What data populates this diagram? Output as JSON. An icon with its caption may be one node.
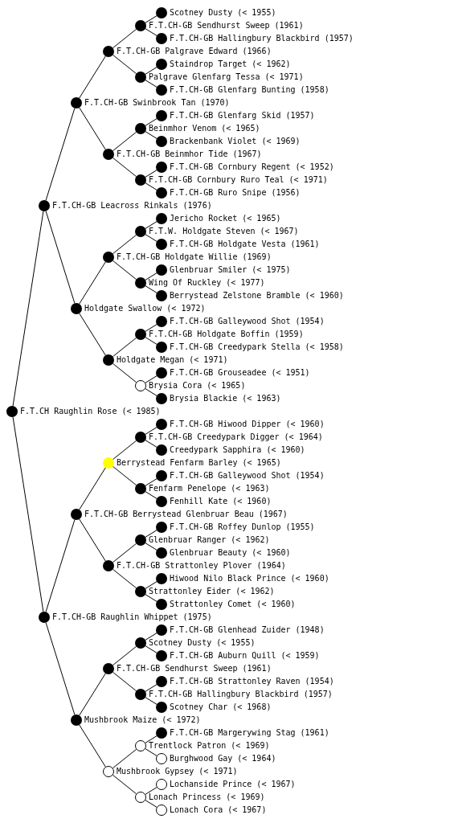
{
  "diagram": {
    "nodes": [
      {
        "text": [],
        "shape": "circle",
        "beside": [
          "Scotney Dusty (< 1955)"
        ]
      },
      {
        "text": [],
        "shape": "circle",
        "beside": [
          "F.T.CH-GB Sendhurst Sweep (1961)"
        ]
      },
      {
        "text": [],
        "shape": "circle",
        "beside": [
          "F.T.CH-GB Hallingbury Blackbird (1957)"
        ]
      },
      {
        "text": [],
        "shape": "circle",
        "beside": [
          "F.T.CH-GB Palgrave Edward (1966)"
        ]
      },
      {
        "text": [],
        "shape": "circle",
        "beside": [
          "Staindrop Target (< 1962)"
        ]
      },
      {
        "text": [],
        "shape": "circle",
        "beside": [
          "Palgrave Glenfarg Tessa (< 1971)"
        ]
      },
      {
        "text": [],
        "shape": "circle",
        "beside": [
          "F.T.CH-GB Glenfarg Bunting (1958)"
        ]
      },
      {
        "text": [],
        "shape": "circle",
        "beside": [
          "F.T.CH-GB Swinbrook Tan (1970)"
        ]
      },
      {
        "text": [],
        "shape": "circle",
        "beside": [
          "F.T.CH-GB Glenfarg Skid (1957)"
        ]
      },
      {
        "text": [],
        "shape": "circle",
        "beside": [
          "Beinmhor Venom (< 1965)"
        ]
      },
      {
        "text": [],
        "shape": "circle",
        "beside": [
          "Brackenbank Violet (< 1969)"
        ]
      },
      {
        "text": [],
        "shape": "circle",
        "beside": [
          "F.T.CH-GB Beinmhor Tide (1967)"
        ]
      },
      {
        "text": [],
        "shape": "circle",
        "beside": [
          "F.T.CH-GB Cornbury Regent (< 1952)"
        ]
      },
      {
        "text": [],
        "shape": "circle",
        "beside": [
          "F.T.CH-GB Cornbury Ruro Teal (< 1971)"
        ]
      },
      {
        "text": [],
        "shape": "circle",
        "beside": [
          "F.T.CH-GB Ruro Snipe (1956)"
        ]
      },
      {
        "text": [],
        "shape": "circle",
        "beside": [
          "F.T.CH-GB Leacross Rinkals (1976)"
        ]
      },
      {
        "text": [],
        "shape": "circle",
        "beside": [
          "Jericho Rocket (< 1965)"
        ]
      },
      {
        "text": [],
        "shape": "circle",
        "beside": [
          "F.T.W. Holdgate Steven (< 1967)"
        ]
      },
      {
        "text": [],
        "shape": "circle",
        "beside": [
          "F.T.CH-GB Holdgate Vesta (1961)"
        ]
      },
      {
        "text": [],
        "shape": "circle",
        "beside": [
          "F.T.CH-GB Holdgate Willie (1969)"
        ]
      },
      {
        "text": [],
        "shape": "circle",
        "beside": [
          "Glenbruar Smiler (< 1975)"
        ]
      },
      {
        "text": [],
        "shape": "circle",
        "beside": [
          "Wing Of Ruckley (< 1977)"
        ]
      },
      {
        "text": [],
        "shape": "circle",
        "beside": [
          "Berrystead Zelstone Bramble (< 1960)"
        ]
      },
      {
        "text": [],
        "shape": "circle",
        "beside": [
          "Holdgate Swallow (< 1972)"
        ]
      },
      {
        "text": [],
        "shape": "circle",
        "beside": [
          "F.T.CH-GB Galleywood Shot (1954)"
        ]
      },
      {
        "text": [],
        "shape": "circle",
        "beside": [
          "F.T.CH-GB Holdgate Boffin (1959)"
        ]
      },
      {
        "text": [],
        "shape": "circle",
        "beside": [
          "F.T.CH-GB Creedypark Stella (< 1958)"
        ]
      },
      {
        "text": [],
        "shape": "circle",
        "beside": [
          "Holdgate Megan (< 1971)"
        ]
      },
      {
        "text": [],
        "shape": "circle",
        "beside": [
          "F.T.CH-GB Grouseadee (< 1951)"
        ]
      },
      {
        "text": [],
        "shape": "circle",
        "beside": [
          "Brysia Cora (< 1965)"
        ]
      },
      {
        "text": [],
        "shape": "circle",
        "beside": [
          "Brysia Blackie (< 1963)"
        ]
      },
      {
        "text": [],
        "shape": "circle",
        "beside": [
          "F.T.CH Raughlin Rose (< 1985)"
        ]
      },
      {
        "text": [],
        "shape": "circle",
        "beside": [
          "F.T.CH-GB Hiwood Dipper (< 1960)"
        ]
      },
      {
        "text": [],
        "shape": "circle",
        "beside": [
          "F.T.CH-GB Creedypark Digger (< 1964)"
        ]
      },
      {
        "text": [],
        "shape": "circle",
        "beside": [
          "Creedypark Sapphira (< 1960)"
        ]
      },
      {
        "text": [],
        "shape": "circle",
        "beside": [
          "Berrystead Fenfarm Barley (< 1965)"
        ]
      },
      {
        "text": [],
        "shape": "circle",
        "beside": [
          "F.T.CH-GB Galleywood Shot (1954)"
        ]
      },
      {
        "text": [],
        "shape": "circle",
        "beside": [
          "Fenfarm Penelope (< 1963)"
        ]
      },
      {
        "text": [],
        "shape": "circle",
        "beside": [
          "Fenhill Kate (< 1960)"
        ]
      },
      {
        "text": [],
        "shape": "circle",
        "beside": [
          "F.T.CH-GB Berrystead Glenbruar Beau (1967)"
        ]
      },
      {
        "text": [],
        "shape": "circle",
        "beside": [
          "F.T.CH-GB Roffey Dunlop (1955)"
        ]
      },
      {
        "text": [],
        "shape": "circle",
        "beside": [
          "Glenbruar Ranger (< 1962)"
        ]
      },
      {
        "text": [],
        "shape": "circle",
        "beside": [
          "Glenbruar Beauty (< 1960)"
        ]
      },
      {
        "text": [],
        "shape": "circle",
        "beside": [
          "F.T.CH-GB Strattonley Plover (1964)"
        ]
      },
      {
        "text": [],
        "shape": "circle",
        "beside": [
          "Hiwood Nilo Black Prince (< 1960)"
        ]
      },
      {
        "text": [],
        "shape": "circle",
        "beside": [
          "Strattonley Eider (< 1962)"
        ]
      },
      {
        "text": [],
        "shape": "circle",
        "beside": [
          "Strattonley Comet (< 1960)"
        ]
      },
      {
        "text": [],
        "shape": "circle",
        "beside": [
          "F.T.CH-GB Raughlin Whippet (1975)"
        ]
      },
      {
        "text": [],
        "shape": "circle",
        "beside": [
          "F.T.CH-GB Glenhead Zuider (1948)"
        ]
      },
      {
        "text": [],
        "shape": "circle",
        "beside": [
          "Scotney Dusty (< 1955)"
        ]
      },
      {
        "text": [],
        "shape": "circle",
        "beside": [
          "F.T.CH-GB Auburn Quill (< 1959)"
        ]
      },
      {
        "text": [],
        "shape": "circle",
        "beside": [
          "F.T.CH-GB Sendhurst Sweep (1961)"
        ]
      },
      {
        "text": [],
        "shape": "circle",
        "beside": [
          "F.T.CH-GB Strattonley Raven (1954)"
        ]
      },
      {
        "text": [],
        "shape": "circle",
        "beside": [
          "F.T.CH-GB Hallingbury Blackbird (1957)"
        ]
      },
      {
        "text": [],
        "shape": "circle",
        "beside": [
          "Scotney Char (< 1968)"
        ]
      },
      {
        "text": [],
        "shape": "circle",
        "beside": [
          "Mushbrook Maize (< 1972)"
        ]
      },
      {
        "text": [],
        "shape": "circle",
        "beside": [
          "F.T.CH-GB Margerywing Stag (1961)"
        ]
      },
      {
        "text": [],
        "shape": "circle",
        "beside": [
          "Trentlock Patron (< 1969)"
        ]
      },
      {
        "text": [],
        "shape": "circle",
        "beside": [
          "Burghwood Gay (< 1964)"
        ]
      },
      {
        "text": [],
        "shape": "circle",
        "beside": [
          "Mushbrook Gypsey (< 1971)"
        ]
      },
      {
        "text": [],
        "shape": "circle",
        "beside": [
          "Lochanside Prince (< 1967)"
        ]
      },
      {
        "text": [],
        "shape": "circle",
        "beside": [
          "Lonach Princess (< 1969)"
        ]
      },
      {
        "text": [],
        "shape": "circle",
        "beside": [
          "Lonach Cora (< 1967)"
        ]
      }
    ],
    "edges": [
      {
        "from": 31,
        "to": 15,
        "arrow": "none"
      },
      {
        "from": 31,
        "to": 47,
        "arrow": "none"
      },
      {
        "from": 15,
        "to": 7,
        "arrow": "none"
      },
      {
        "from": 15,
        "to": 23,
        "arrow": "none"
      },
      {
        "from": 47,
        "to": 39,
        "arrow": "none"
      },
      {
        "from": 47,
        "to": 55,
        "arrow": "none"
      },
      {
        "from": 7,
        "to": 3,
        "arrow": "none"
      },
      {
        "from": 7,
        "to": 11,
        "arrow": "none"
      },
      {
        "from": 23,
        "to": 19,
        "arrow": "none"
      },
      {
        "from": 23,
        "to": 27,
        "arrow": "none"
      },
      {
        "from": 39,
        "to": 35,
        "arrow": "none"
      },
      {
        "from": 39,
        "to": 43,
        "arrow": "none"
      },
      {
        "from": 55,
        "to": 51,
        "arrow": "none"
      },
      {
        "from": 55,
        "to": 59,
        "arrow": "none"
      },
      {
        "from": 3,
        "to": 1,
        "arrow": "none"
      },
      {
        "from": 3,
        "to": 5,
        "arrow": "none"
      },
      {
        "from": 11,
        "to": 9,
        "arrow": "none"
      },
      {
        "from": 11,
        "to": 13,
        "arrow": "none"
      },
      {
        "from": 19,
        "to": 17,
        "arrow": "none"
      },
      {
        "from": 19,
        "to": 21,
        "arrow": "none"
      },
      {
        "from": 27,
        "to": 25,
        "arrow": "none"
      },
      {
        "from": 27,
        "to": 29,
        "arrow": "none"
      },
      {
        "from": 35,
        "to": 33,
        "arrow": "none"
      },
      {
        "from": 35,
        "to": 37,
        "arrow": "none"
      },
      {
        "from": 43,
        "to": 41,
        "arrow": "none"
      },
      {
        "from": 43,
        "to": 45,
        "arrow": "none"
      },
      {
        "from": 51,
        "to": 49,
        "arrow": "none"
      },
      {
        "from": 51,
        "to": 53,
        "arrow": "none"
      },
      {
        "from": 59,
        "to": 57,
        "arrow": "none"
      },
      {
        "from": 59,
        "to": 61,
        "arrow": "none"
      },
      {
        "from": 1,
        "to": 0,
        "arrow": "none"
      },
      {
        "from": 1,
        "to": 2,
        "arrow": "none"
      },
      {
        "from": 5,
        "to": 4,
        "arrow": "none"
      },
      {
        "from": 5,
        "to": 6,
        "arrow": "none"
      },
      {
        "from": 9,
        "to": 8,
        "arrow": "none"
      },
      {
        "from": 9,
        "to": 10,
        "arrow": "none"
      },
      {
        "from": 13,
        "to": 12,
        "arrow": "none"
      },
      {
        "from": 13,
        "to": 14,
        "arrow": "none"
      },
      {
        "from": 17,
        "to": 16,
        "arrow": "none"
      },
      {
        "from": 17,
        "to": 18,
        "arrow": "none"
      },
      {
        "from": 21,
        "to": 20,
        "arrow": "none"
      },
      {
        "from": 21,
        "to": 22,
        "arrow": "none"
      },
      {
        "from": 25,
        "to": 24,
        "arrow": "none"
      },
      {
        "from": 25,
        "to": 26,
        "arrow": "none"
      },
      {
        "from": 29,
        "to": 28,
        "arrow": "none"
      },
      {
        "from": 29,
        "to": 30,
        "arrow": "none"
      },
      {
        "from": 33,
        "to": 32,
        "arrow": "none"
      },
      {
        "from": 33,
        "to": 34,
        "arrow": "none"
      },
      {
        "from": 37,
        "to": 36,
        "arrow": "none"
      },
      {
        "from": 37,
        "to": 38,
        "arrow": "none"
      },
      {
        "from": 41,
        "to": 40,
        "arrow": "none"
      },
      {
        "from": 41,
        "to": 42,
        "arrow": "none"
      },
      {
        "from": 45,
        "to": 44,
        "arrow": "none"
      },
      {
        "from": 45,
        "to": 46,
        "arrow": "none"
      },
      {
        "from": 49,
        "to": 48,
        "arrow": "none"
      },
      {
        "from": 49,
        "to": 50,
        "arrow": "none"
      },
      {
        "from": 53,
        "to": 52,
        "arrow": "none"
      },
      {
        "from": 53,
        "to": 54,
        "arrow": "none"
      },
      {
        "from": 57,
        "to": 56,
        "arrow": "none"
      },
      {
        "from": 57,
        "to": 58,
        "arrow": "none"
      },
      {
        "from": 61,
        "to": 60,
        "arrow": "none"
      },
      {
        "from": 61,
        "to": 62,
        "arrow": "none"
      }
    ]
  }
}
